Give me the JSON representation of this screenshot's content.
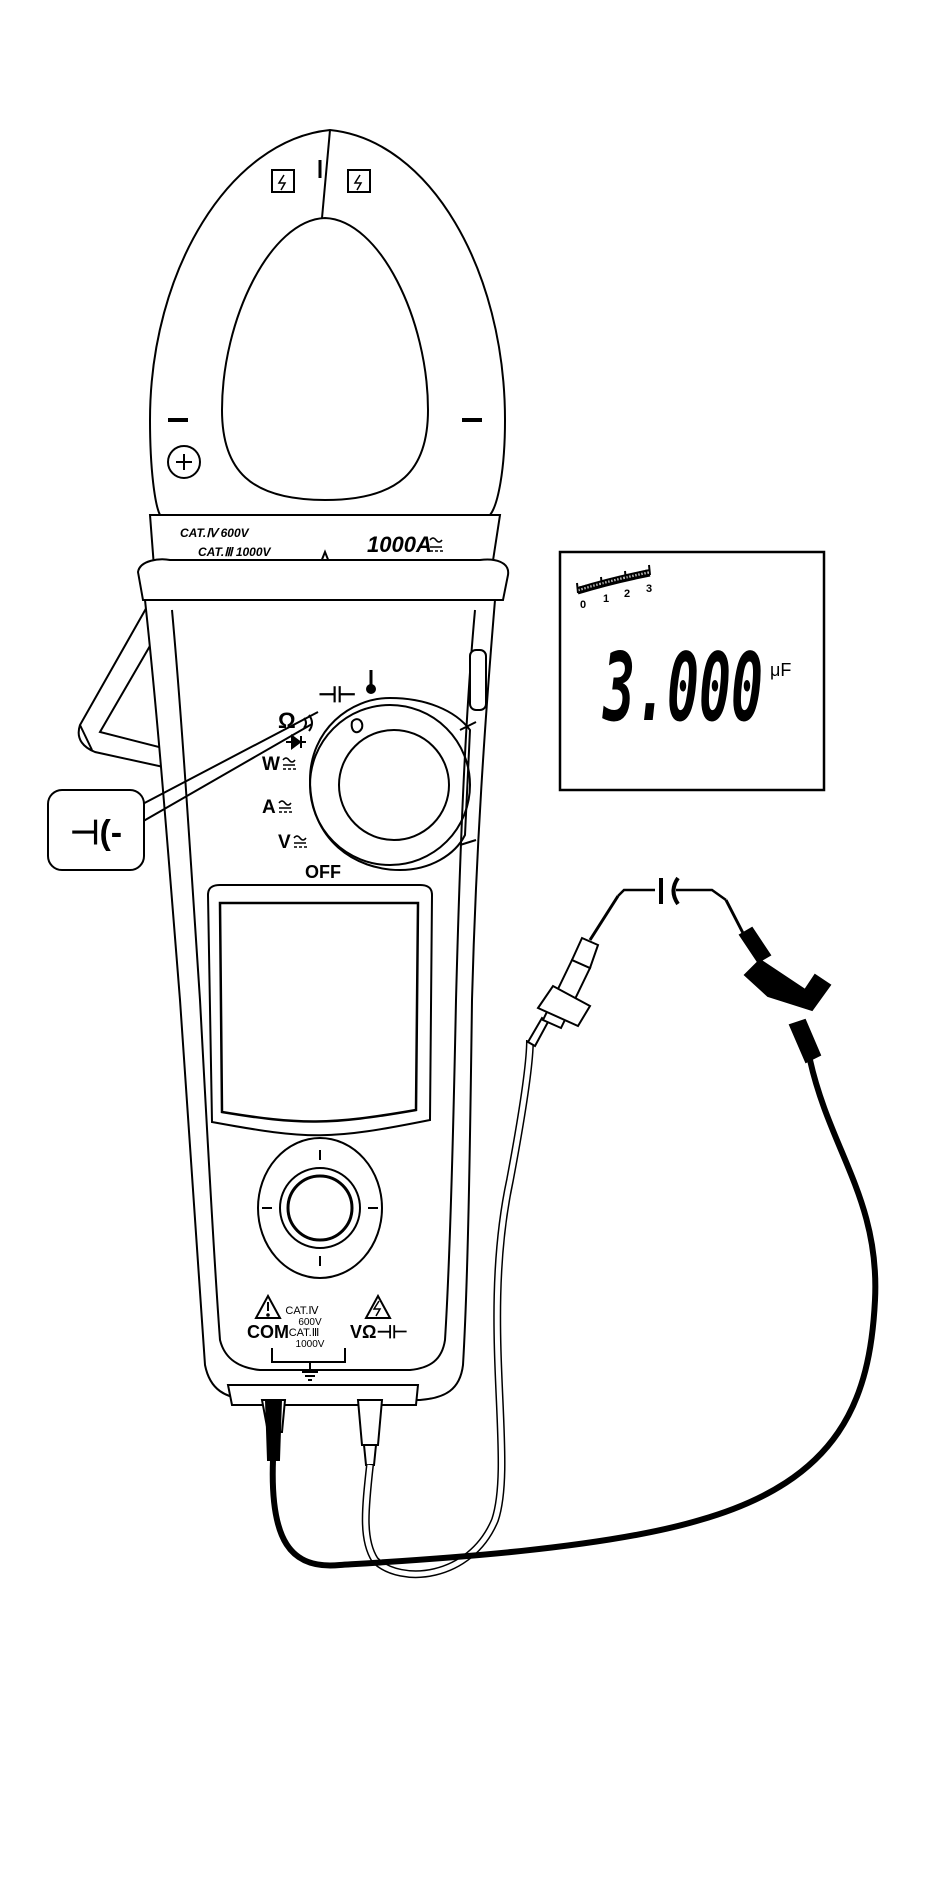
{
  "jaw": {
    "rating_cat4": "CAT.Ⅳ 600V",
    "rating_cat3": "CAT.Ⅲ 1000V",
    "current_rating": "1000A"
  },
  "dial": {
    "positions": {
      "capacitance": "⊣⊢",
      "resistance": "Ω",
      "power": "W",
      "current": "A",
      "voltage": "V",
      "off": "OFF"
    },
    "selected": "capacitance"
  },
  "callout": {
    "symbol": "⊣(-"
  },
  "terminals": {
    "com_label": "COM",
    "cat4": "CAT.Ⅳ",
    "cat4_voltage": "600V",
    "cat3": "CAT.Ⅲ",
    "cat3_voltage": "1000V",
    "input_label": "VΩ⊣⊢"
  },
  "lcd": {
    "bargraph_ticks": [
      "0",
      "1",
      "2",
      "3"
    ],
    "reading": "3.000",
    "unit": "μF"
  },
  "colors": {
    "outline": "#000000",
    "background": "#ffffff",
    "black_lead": "#000000"
  }
}
